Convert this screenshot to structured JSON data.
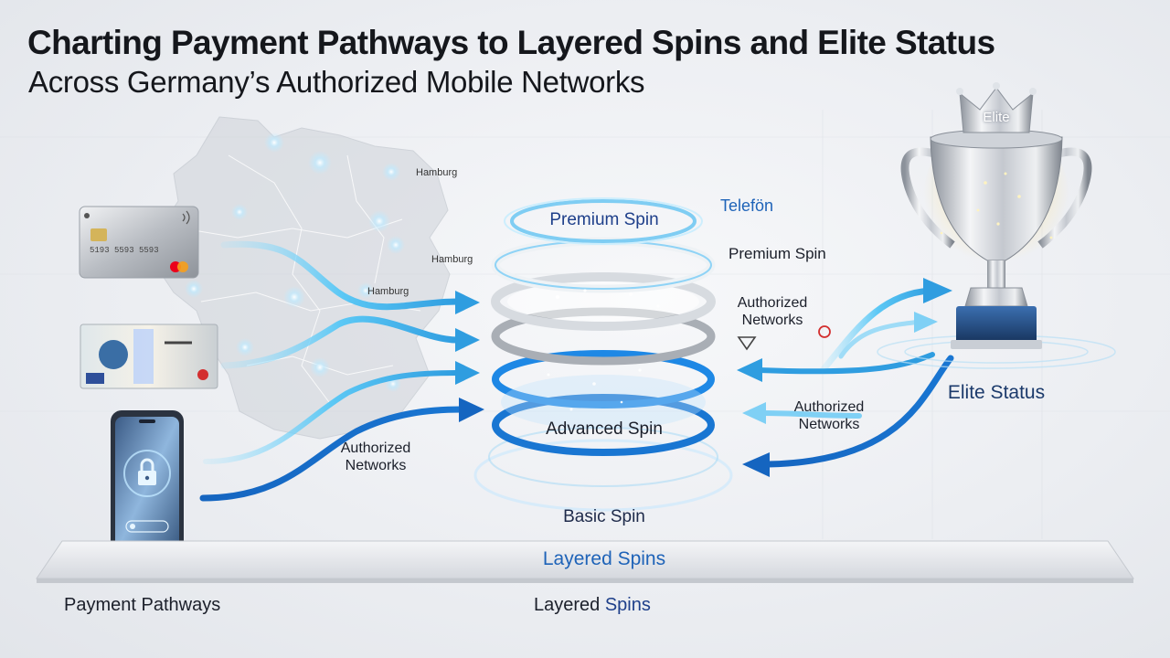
{
  "header": {
    "title": "Charting Payment Pathways to Layered Spins and Elite Status",
    "subtitle": "Across Germany’s Authorized Mobile Networks"
  },
  "map": {
    "city_labels": [
      "Hamburg",
      "Hamburg",
      "Hamburg"
    ]
  },
  "payment_methods": {
    "card_number": "5193 5593 5593",
    "phone_icon": "lock-icon"
  },
  "spin_stack": {
    "layers": [
      "Premium Spin",
      "Advanced Spin",
      "Basic Spin"
    ],
    "side_labels": {
      "telefon": "Telefön",
      "premium": "Premium Spin",
      "authorized_upper": "Authorized\nNetworks"
    }
  },
  "flow_labels": {
    "left_authorized": "Authorized\nNetworks",
    "right_authorized": "Authorized\nNetworks"
  },
  "trophy": {
    "crown_text": "Elite",
    "label": "Elite Status"
  },
  "platform": {
    "label": "Layered Spins"
  },
  "footer": {
    "left": "Payment Pathways",
    "center_prefix": "Layered",
    "center_suffix": "Spins"
  },
  "colors": {
    "accent_blue": "#1e63b8",
    "glow_blue": "#4fc3f7",
    "deep_blue": "#1565c0"
  }
}
